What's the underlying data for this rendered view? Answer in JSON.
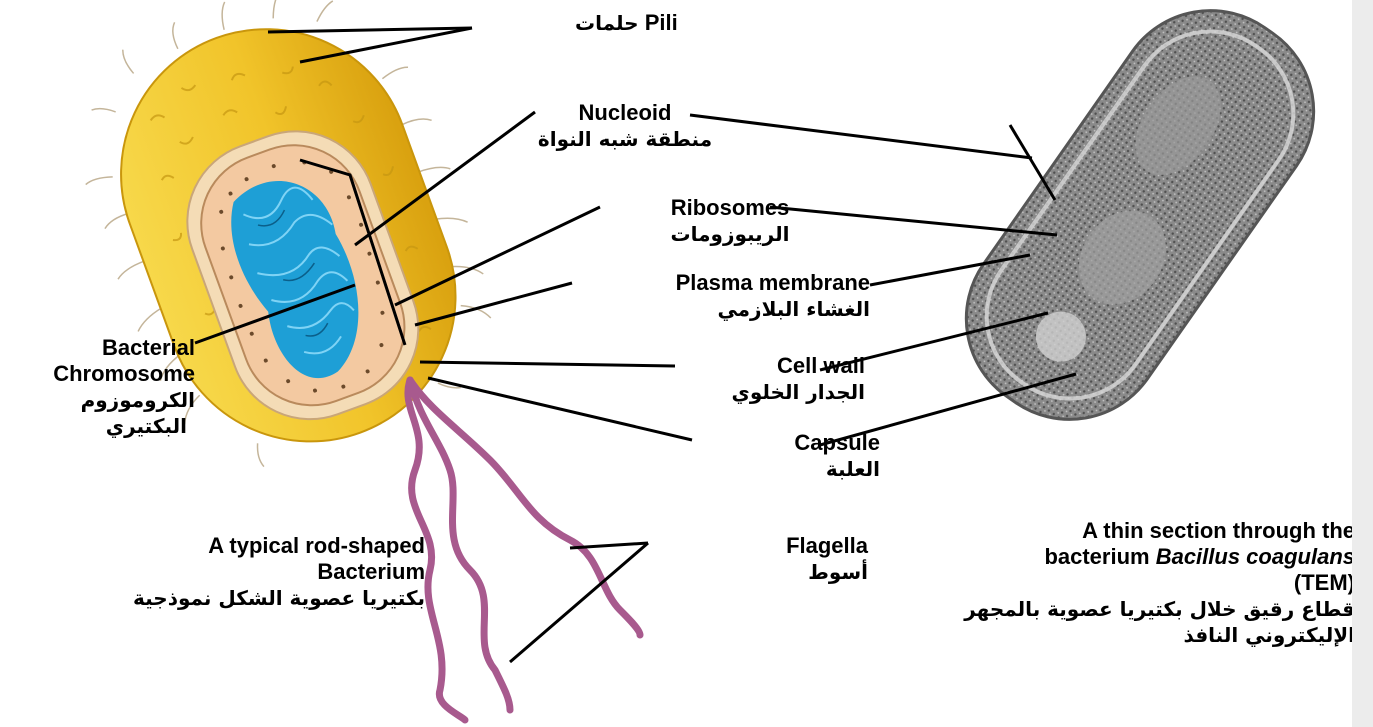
{
  "labels": {
    "pili": "Pili",
    "pili_ar": "حلمات",
    "nucleoid": "Nucleoid",
    "nucleoid_ar": "منطقة شبه النواة",
    "ribosomes": "Ribosomes",
    "ribosomes_ar": "الريبوزومات",
    "plasma_membrane": "Plasma membrane",
    "plasma_membrane_ar": "الغشاء البلازمي",
    "cell_wall": "Cell wall",
    "cell_wall_ar": "الجدار الخلوي",
    "capsule": "Capsule",
    "capsule_ar": "العلبة",
    "flagella": "Flagella",
    "flagella_ar": "أسوط",
    "chromosome_line1": "Bacterial",
    "chromosome_line2": "Chromosome",
    "chromosome_ar_line1": "الكروموزوم",
    "chromosome_ar_line2": "البكتيري"
  },
  "captions": {
    "left_line1": "A typical rod-shaped",
    "left_line2": "Bacterium",
    "left_ar": "بكتيريا عصوية الشكل نموذجية",
    "right_line1": "A thin section through the",
    "right_line2_prefix": "bacterium ",
    "right_line2_species": "Bacillus coagulans",
    "right_line3": "(TEM)",
    "right_ar_line1": "قطاع رقيق خلال بكتيريا عصوية بالمجهر",
    "right_ar_line2": "الإليكتروني النافذ"
  },
  "colors": {
    "capsule": "#f2cf3a",
    "cell_wall": "#f4dcb6",
    "cytoplasm": "#f3c9a1",
    "nucleoid": "#1e9fd6",
    "flagella": "#a85a8e",
    "tem_cell": "#7b7b7b"
  }
}
